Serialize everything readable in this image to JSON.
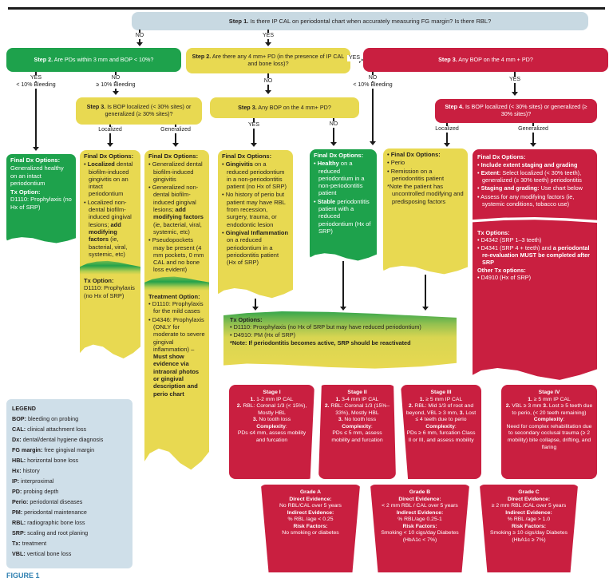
{
  "labels": {
    "yes": "YES",
    "no": "NO",
    "lt10": "< 10% Bleeding",
    "gte10": "≥ 10% Bleeding",
    "localized": "Localized",
    "generalized": "Generalized"
  },
  "step1": {
    "b": "Step 1.",
    "t": " Is there IP CAL on periodontal chart when accurately measuring FG margin? Is there RBL?"
  },
  "step2_green": {
    "b": "Step 2.",
    "t": " Are PDs within 3 mm and BOP < 10%?"
  },
  "step2_yellow": {
    "b": "Step 2.",
    "t": " Are there any 4 mm+ PD (in the presence of IP CAL and bone loss)?"
  },
  "step3_red": {
    "b": "Step 3.",
    "t": " Any BOP on the 4 mm + PD?"
  },
  "step3_left": {
    "b": "Step 3.",
    "t": " Is BOP localized (< 30% sites) or generalized (≥ 30% sites)?"
  },
  "step3_mid": {
    "b": "Step 3.",
    "t": " Any BOP on the 4 mm+ PD?"
  },
  "step4": {
    "b": "Step 4.",
    "t": " Is BOP localized (< 30% sites) or generalized (≥ 30% sites)?"
  },
  "col1": {
    "header": "Final Dx Options:",
    "body": "Generalized healthy on an intact periodontium",
    "tx_header": "Tx Option:",
    "tx_body": "D1110: Prophylaxis (no Hx of SRP)"
  },
  "col2": {
    "header": "Final Dx Options:",
    "items": [
      [
        {
          "t": "• "
        },
        {
          "t": "Localized",
          "b": true
        },
        {
          "t": " dental biofilm-induced gingivitis on an intact periodontium"
        }
      ],
      [
        {
          "t": "• Localized non-dental biofilm-induced gingival lesions; "
        },
        {
          "t": "add modifying factors",
          "b": true
        },
        {
          "t": " (ie, bacterial, viral, systemic, etc)"
        }
      ]
    ],
    "tx_header": "Tx Option:",
    "tx_body": "D1110: Prophylaxis (no Hx of SRP)"
  },
  "col3": {
    "header": "Final Dx Options:",
    "items": [
      "• Generalized dental biofilm-induced gingivitis",
      [
        {
          "t": "• Generalized non-dental biofilm-induced gingival lesions; "
        },
        {
          "t": "add modifying factors",
          "b": true
        },
        {
          "t": " (ie, bacterial, viral, systemic, etc)"
        }
      ],
      "• Pseudopockets may be present (4 mm pockets, 0 mm CAL and no bone loss evident)"
    ],
    "tx_header": "Treatment Option:",
    "tx_items": [
      "• D1110: Prophylaxis for the mild cases",
      [
        {
          "t": "• D4346: Prophylaxis (ONLY for moderate to severe gingival inflammation) – "
        },
        {
          "t": "Must show evidence via intraoral photos or gingival description and perio chart",
          "b": true
        }
      ]
    ]
  },
  "col4": {
    "header": "Final Dx Options:",
    "items": [
      [
        {
          "t": "• "
        },
        {
          "t": "Gingivitis",
          "b": true
        },
        {
          "t": " on a reduced periodontium in a non-periodontitis patient (no Hx of SRP)"
        }
      ],
      "• No history of perio but patient may have RBL from recession, surgery, trauma, or endodontic lesion",
      [
        {
          "t": "• "
        },
        {
          "t": "Gingival Inflammation",
          "b": true
        },
        {
          "t": " on a reduced periodontium in a periodontitis patient (Hx of SRP)"
        }
      ]
    ]
  },
  "col5": {
    "header": "Final Dx Options:",
    "items": [
      [
        {
          "t": "• "
        },
        {
          "t": "Healthy",
          "b": true
        },
        {
          "t": " on a reduced periodontium in a non-periodontitis patient"
        }
      ],
      [
        {
          "t": "• "
        },
        {
          "t": "Stable",
          "b": true
        },
        {
          "t": " periodontitis patient with a reduced periodontium (Hx of SRP)"
        }
      ]
    ]
  },
  "col6": {
    "header": "• Final Dx Options:",
    "items": [
      "• Perio",
      "• Remission on a periodontitis patient",
      "*Note the patient has uncontrolled modifying and predisposing factors"
    ]
  },
  "col7": {
    "header": "Final Dx Options:",
    "items": [
      [
        {
          "t": "• "
        },
        {
          "t": "Include extent staging and grading",
          "b": true
        }
      ],
      [
        {
          "t": "• "
        },
        {
          "t": "Extent:",
          "b": true
        },
        {
          "t": " Select localized (< 30% teeth), generalized (≥ 30% teeth) periodontitis"
        }
      ],
      [
        {
          "t": "• "
        },
        {
          "t": "Staging and grading:",
          "b": true
        },
        {
          "t": " Use chart below"
        }
      ],
      "• Assess for any modifying factors (ie, systemic conditions, tobacco use)"
    ],
    "tx_header": "Tx Options:",
    "tx_items": [
      "• D4342 (SRP 1–3 teeth)",
      [
        {
          "t": "• D4341 (SRP 4 + teeth) and "
        },
        {
          "t": "a periodontal re-evaluation MUST be completed after SRP",
          "b": true
        }
      ]
    ],
    "other_header": "Other Tx options:",
    "other_items": [
      "• D4910 (Hx of SRP)"
    ]
  },
  "tx_shared": {
    "header": "Tx Options:",
    "items": [
      "• D1110: Proxphylaxis (no Hx of SRP but may have reduced periodontium)",
      "• D4910: PM (Hx of SRP)",
      [
        {
          "t": "*Note: If periodontitis becomes active, SRP should be reactivated",
          "b": true
        }
      ]
    ]
  },
  "stages": [
    {
      "title": "Stage I",
      "lines": [
        [
          {
            "t": "1.",
            "b": true
          },
          {
            "t": " 1-2 mm IP CAL"
          }
        ],
        [
          {
            "t": "2.",
            "b": true
          },
          {
            "t": " RBL: Coronal 1/3 (< 15%), Mostly HBL"
          }
        ],
        [
          {
            "t": "3.",
            "b": true
          },
          {
            "t": " No tooth loss"
          }
        ],
        [
          {
            "t": "Complexity",
            "b": true
          },
          {
            "t": ":"
          }
        ],
        "PDs ≤4 mm, assess mobility and furcation"
      ]
    },
    {
      "title": "Stage II",
      "lines": [
        [
          {
            "t": "1.",
            "b": true
          },
          {
            "t": " 3-4 mm IP CAL"
          }
        ],
        [
          {
            "t": "2.",
            "b": true
          },
          {
            "t": " RBL: Coronal 1/3 (15%–33%), Mostly HBL"
          }
        ],
        [
          {
            "t": "3.",
            "b": true
          },
          {
            "t": " No tooth loss"
          }
        ],
        [
          {
            "t": "Complexity",
            "b": true
          },
          {
            "t": ":"
          }
        ],
        "PDs ≤ 5 mm, assess mobility and furcation"
      ]
    },
    {
      "title": "Stage III",
      "lines": [
        [
          {
            "t": "1.",
            "b": true
          },
          {
            "t": " ≥ 5 mm IP CAL"
          }
        ],
        [
          {
            "t": "2.",
            "b": true
          },
          {
            "t": " RBL: Mid 1/3 of root and beyond, VBL ≥ 3 mm, "
          },
          {
            "t": "3.",
            "b": true
          },
          {
            "t": " Lost ≤ 4 teeth due to perio"
          }
        ],
        [
          {
            "t": "Complexity",
            "b": true
          },
          {
            "t": ":"
          }
        ],
        "PDs ≥ 6 mm, furcation Class II or III, and assess mobility"
      ]
    },
    {
      "title": "Stage IV",
      "lines": [
        [
          {
            "t": "1.",
            "b": true
          },
          {
            "t": " ≥ 5 mm IP CAL"
          }
        ],
        [
          {
            "t": "2.",
            "b": true
          },
          {
            "t": " VBL ≥ 3 mm "
          },
          {
            "t": "3.",
            "b": true
          },
          {
            "t": " Lost ≥ 5 teeth due to perio, (< 20 teeth remaining)"
          }
        ],
        [
          {
            "t": "Complexity",
            "b": true
          },
          {
            "t": ":"
          }
        ],
        "Need for complex rehabilitation due to secondary occlusal trauma (≥ 2 mobility) bite collapse, drifting, and flaring"
      ]
    }
  ],
  "grades": [
    {
      "title": "Grade A",
      "lines": [
        [
          {
            "t": "Direct Evidence:",
            "b": true
          }
        ],
        "No RBL/CAL over 5 years",
        [
          {
            "t": "Indirect Evidence:",
            "b": true
          }
        ],
        "% RBL /age < 0.25",
        [
          {
            "t": "Risk Factors:",
            "b": true
          }
        ],
        "No smoking or diabetes"
      ]
    },
    {
      "title": "Grade B",
      "lines": [
        [
          {
            "t": "Direct Evidence:",
            "b": true
          }
        ],
        "< 2 mm RBL / CAL over 5 years",
        [
          {
            "t": "Indirect Evidence:",
            "b": true
          }
        ],
        "% RBL/age 0.25-1",
        [
          {
            "t": "Risk Factors:",
            "b": true
          }
        ],
        "Smoking < 10 cigs/day Diabetes (HbA1c < 7%)"
      ]
    },
    {
      "title": "Grade C",
      "lines": [
        [
          {
            "t": "Direct Evidence:",
            "b": true
          }
        ],
        "≥ 2 mm RBL /CAL over 5 years",
        [
          {
            "t": "Indirect Evidence:",
            "b": true
          }
        ],
        "% RBL /age > 1.0",
        [
          {
            "t": "Risk Factors:",
            "b": true
          }
        ],
        "Smoking ≥ 10 cigs/day Diabetes (HbA1c ≥ 7%)"
      ]
    }
  ],
  "legend": {
    "title": "LEGEND",
    "items": [
      [
        {
          "t": "BOP:",
          "b": true
        },
        {
          "t": " bleeding on probing"
        }
      ],
      [
        {
          "t": "CAL:",
          "b": true
        },
        {
          "t": " clinical attachment loss"
        }
      ],
      [
        {
          "t": "Dx:",
          "b": true
        },
        {
          "t": " dental/dental hygiene diagnosis"
        }
      ],
      [
        {
          "t": "FG margin:",
          "b": true
        },
        {
          "t": " free gingival margin"
        }
      ],
      [
        {
          "t": "HBL:",
          "b": true
        },
        {
          "t": " horizontal bone loss"
        }
      ],
      [
        {
          "t": "Hx:",
          "b": true
        },
        {
          "t": " history"
        }
      ],
      [
        {
          "t": "IP:",
          "b": true
        },
        {
          "t": " interproximal"
        }
      ],
      [
        {
          "t": "PD:",
          "b": true
        },
        {
          "t": " probing depth"
        }
      ],
      [
        {
          "t": "Perio:",
          "b": true
        },
        {
          "t": " periodontal diseases"
        }
      ],
      [
        {
          "t": "PM:",
          "b": true
        },
        {
          "t": " periodontal maintenance"
        }
      ],
      [
        {
          "t": "RBL:",
          "b": true
        },
        {
          "t": " radiographic bone loss"
        }
      ],
      [
        {
          "t": "SRP:",
          "b": true
        },
        {
          "t": " scaling and root planing"
        }
      ],
      [
        {
          "t": "Tx:",
          "b": true
        },
        {
          "t": " treatment"
        }
      ],
      [
        {
          "t": "VBL:",
          "b": true
        },
        {
          "t": " vertical bone loss"
        }
      ]
    ]
  },
  "figure_caption": "FIGURE 1",
  "colors": {
    "green": "#1ea24c",
    "yellow": "#e8d951",
    "red": "#c91f40",
    "blue": "#c8d9e2",
    "ink": "#221e1f"
  }
}
